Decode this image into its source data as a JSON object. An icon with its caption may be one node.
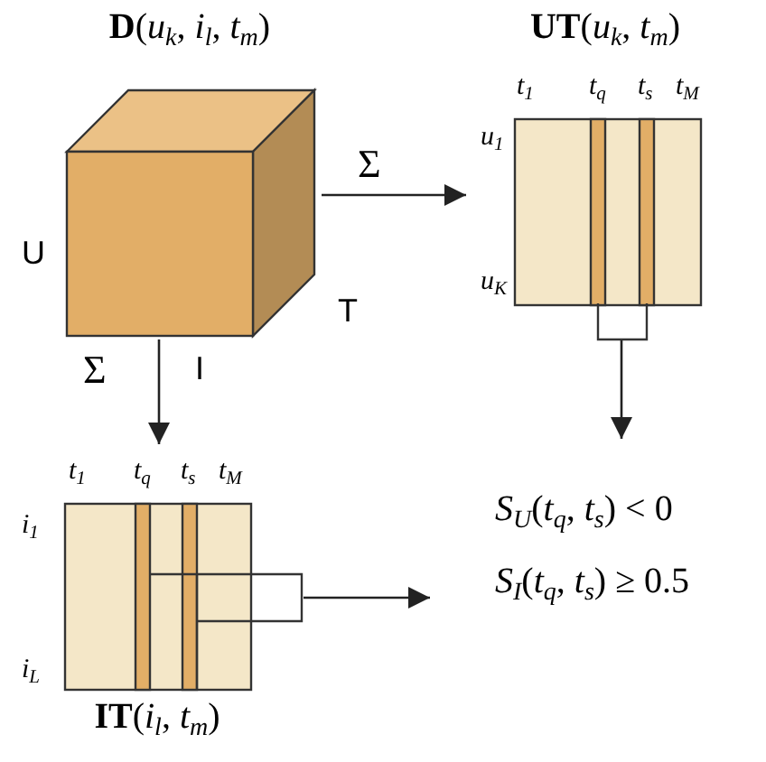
{
  "diagram": {
    "nodes": [
      {
        "text": [
          "**D**(*u*$_{k}$, *i*$_{l}$, *t*$_{m}$)"
        ],
        "beside": [
          "U",
          "I",
          "T"
        ]
      },
      {
        "text": [
          "**UT**(*u*$_{k}$, *t*$_{m}$)"
        ],
        "beside": [
          "*t*$_{1}$",
          "*t*$_{q}$",
          "*t*$_{s}$",
          "*t*$_{M}$",
          "*u*$_{1}$",
          "*u*$_{K}$"
        ]
      },
      {
        "text": [
          "**IT**(*i*$_{l}$, *t*$_{m}$)"
        ],
        "beside": [
          "*t*$_{1}$",
          "*t*$_{q}$",
          "*t*$_{s}$",
          "*t*$_{M}$",
          "*i*$_{1}$",
          "*i*$_{L}$"
        ]
      },
      {
        "text": [
          "*S*$_{U}$(*t*$_{q}$, *t*$_{s}$) < 0",
          "*S*$_{I}$(*t*$_{q}$, *t*$_{s}$) ≥ 0.5"
        ]
      }
    ],
    "edges": [
      {
        "from": 0,
        "to": 1,
        "arrow": "to",
        "label": "Σ"
      },
      {
        "from": 0,
        "to": 2,
        "arrow": "to",
        "label": "Σ"
      },
      {
        "from": 1,
        "to": 3,
        "arrow": "to"
      },
      {
        "from": 2,
        "to": 3,
        "arrow": "to"
      }
    ]
  }
}
